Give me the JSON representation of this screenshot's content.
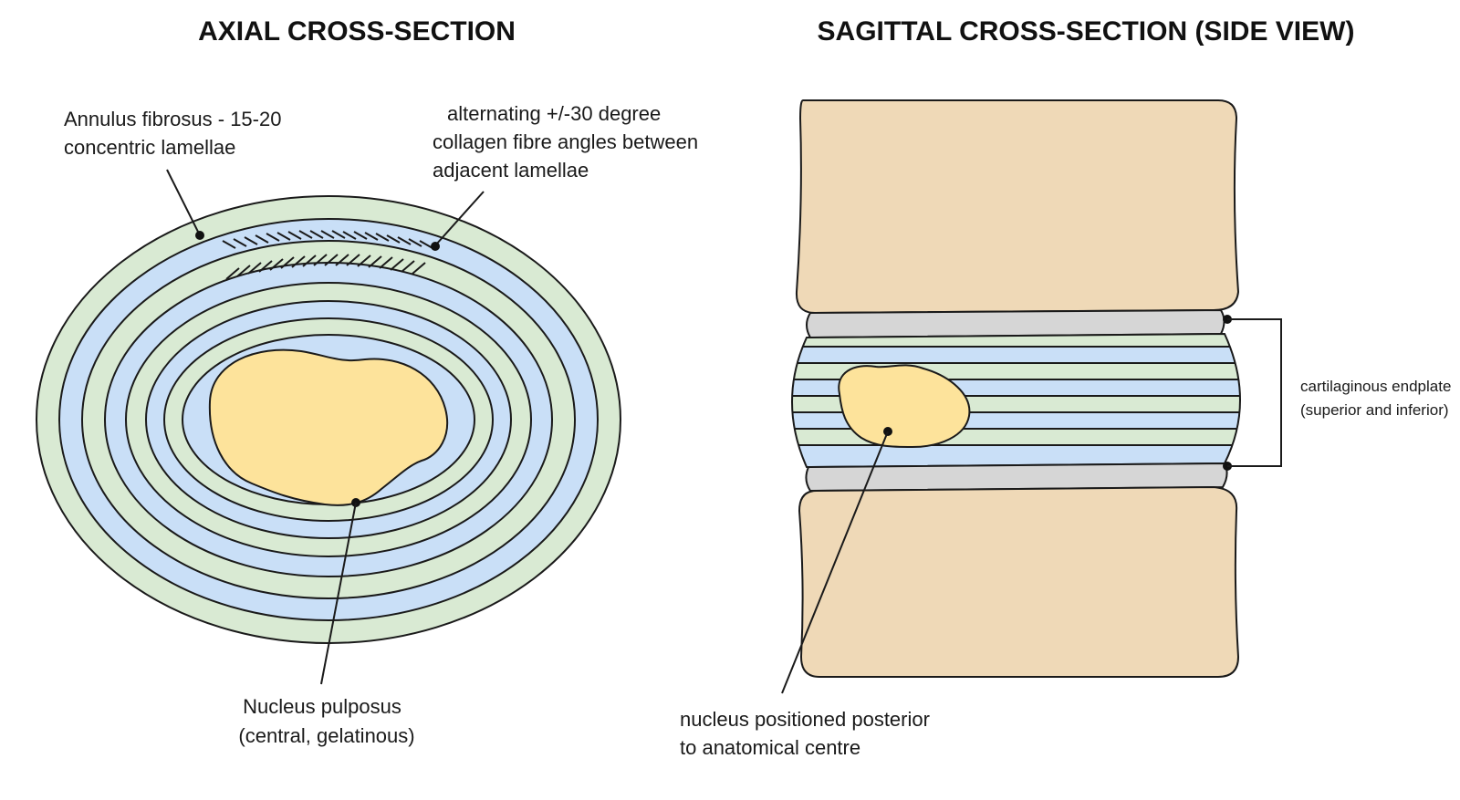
{
  "axial": {
    "title": "AXIAL CROSS-SECTION",
    "annulus_label": [
      "Annulus fibrosus - 15-20",
      "concentric lamellae"
    ],
    "fibre_label": [
      "alternating +/-30 degree",
      "collagen fibre angles between",
      "adjacent lamellae"
    ],
    "nucleus_label": [
      "Nucleus pulposus",
      "(central, gelatinous)"
    ]
  },
  "sagittal": {
    "title": "SAGITTAL CROSS-SECTION (SIDE VIEW)",
    "endplate_label": [
      "cartilaginous endplate",
      "(superior and inferior)"
    ],
    "nucleus_label": [
      "nucleus positioned posterior",
      "to anatomical centre"
    ]
  },
  "colors": {
    "green_lamella": "#d9ead3",
    "blue_lamella": "#c9dff7",
    "nucleus": "#fde39b",
    "vertebra": "#efd9b7",
    "endplate": "#d6d6d6",
    "outline": "#1a1a1a"
  }
}
